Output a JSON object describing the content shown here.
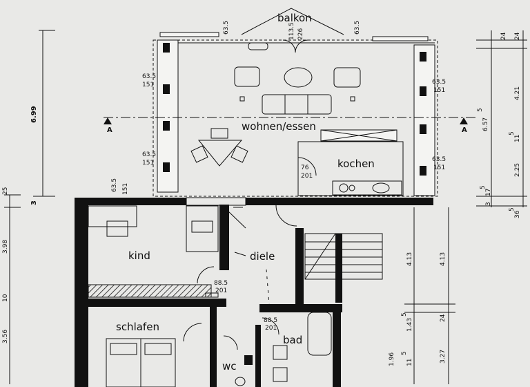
{
  "rooms": {
    "balkon": "balkon",
    "wohnen": "wohnen/essen",
    "kochen": "kochen",
    "kind": "kind",
    "diele": "diele",
    "schlafen": "schlafen",
    "bad": "bad",
    "wc": "wc"
  },
  "section_marks": {
    "left": "A",
    "right": "A"
  },
  "dimensions": {
    "left_699": "6.99",
    "left_3": "3",
    "left_25": "25",
    "left_398": "3.98",
    "left_10": "10",
    "left_356": "3.56",
    "win_635_1": "63.5",
    "win_151_1": "151",
    "win_635_2": "63.5",
    "win_151_2": "151",
    "win_635_3": "63.5",
    "win_151_3": "151",
    "win_635_4": "63.5",
    "win_151_4": "151",
    "win_635_5": "63.5",
    "win_151_5": "151",
    "top_635_l": "63.5",
    "top_635_r": "63.5",
    "door_1135": "113.5",
    "door_226": "226",
    "kitchen_door_76": "76",
    "kitchen_door_201": "201",
    "door_885_a": "88.5",
    "door_201_a": "201",
    "door_885_b": "88.5",
    "door_201_b": "201",
    "right_24a": "24",
    "right_24b": "24",
    "right_421": "4.21",
    "right_657": "6.57",
    "right_657_sup": "5",
    "right_11": "11",
    "right_11_sup": "5",
    "right_225": "2.25",
    "right_17": "17",
    "right_17_sup": "5",
    "right_3": "3",
    "right_36": "36",
    "right_36_sup": "5",
    "right_413a": "4.13",
    "right_413b": "4.13",
    "right_143": "1.43",
    "right_143_sup": "5",
    "right_24c": "24",
    "right_196": "1.96",
    "right_115": "11",
    "right_115_sup": "5",
    "right_327": "3.27"
  }
}
